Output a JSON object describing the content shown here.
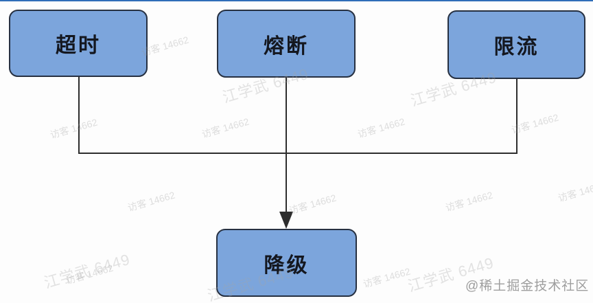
{
  "diagram": {
    "title_hint": "fault-tolerance flow: timeout / circuit-break / rate-limit lead to degrade",
    "nodes": [
      {
        "id": "timeout",
        "label": "超时"
      },
      {
        "id": "circuit-break",
        "label": "熔断"
      },
      {
        "id": "rate-limit",
        "label": "限流"
      },
      {
        "id": "degrade",
        "label": "降级"
      }
    ],
    "edges": [
      {
        "from": "超时",
        "to": "降级"
      },
      {
        "from": "熔断",
        "to": "降级"
      },
      {
        "from": "限流",
        "to": "降级"
      }
    ]
  },
  "colors": {
    "bg": "#fdfdfd",
    "top_bar": "#2f6db8",
    "node_fill": "#7ca5dc",
    "node_border": "#263041",
    "line": "#2d2d2d"
  },
  "watermarks": {
    "author": "江学武 6449",
    "visitor": "访客 14662",
    "credit": "@稀土掘金技术社区"
  }
}
